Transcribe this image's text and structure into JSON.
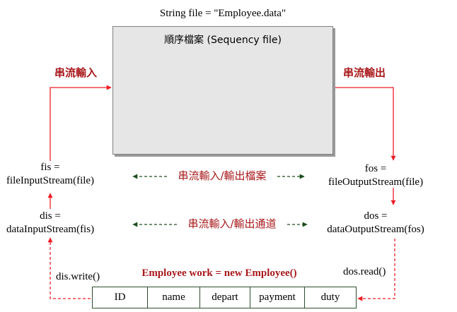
{
  "title": "String file = \"Employee.data\"",
  "sequence_file": {
    "label": "順序檔案 (Sequency file)"
  },
  "input_label": "串流輸入",
  "output_label": "串流輸出",
  "left": {
    "fis_line1": "fis =",
    "fis_line2": "fileInputStream(file)",
    "dis_line1": "dis =",
    "dis_line2": "dataInputStream(fis)",
    "write_call": "dis.write()"
  },
  "right": {
    "fos_line1": "fos =",
    "fos_line2": "fileOutputStream(file)",
    "dos_line1": "dos =",
    "dos_line2": "dataOutputStream(fos)",
    "read_call": "dos.read()"
  },
  "middle": {
    "file_stream_label": "串流輸入/輸出檔案",
    "channel_stream_label": "串流輸入/輸出通道"
  },
  "record": {
    "declaration": "Employee work = new Employee()",
    "fields": [
      "ID",
      "name",
      "depart",
      "payment",
      "duty"
    ]
  },
  "colors": {
    "flow_arrow": "#ee1c25",
    "label_red": "#a8181b",
    "serpentine": "#173a63",
    "dashed_green": "#1e4d1e",
    "box_fill": "#e6e6e6"
  }
}
